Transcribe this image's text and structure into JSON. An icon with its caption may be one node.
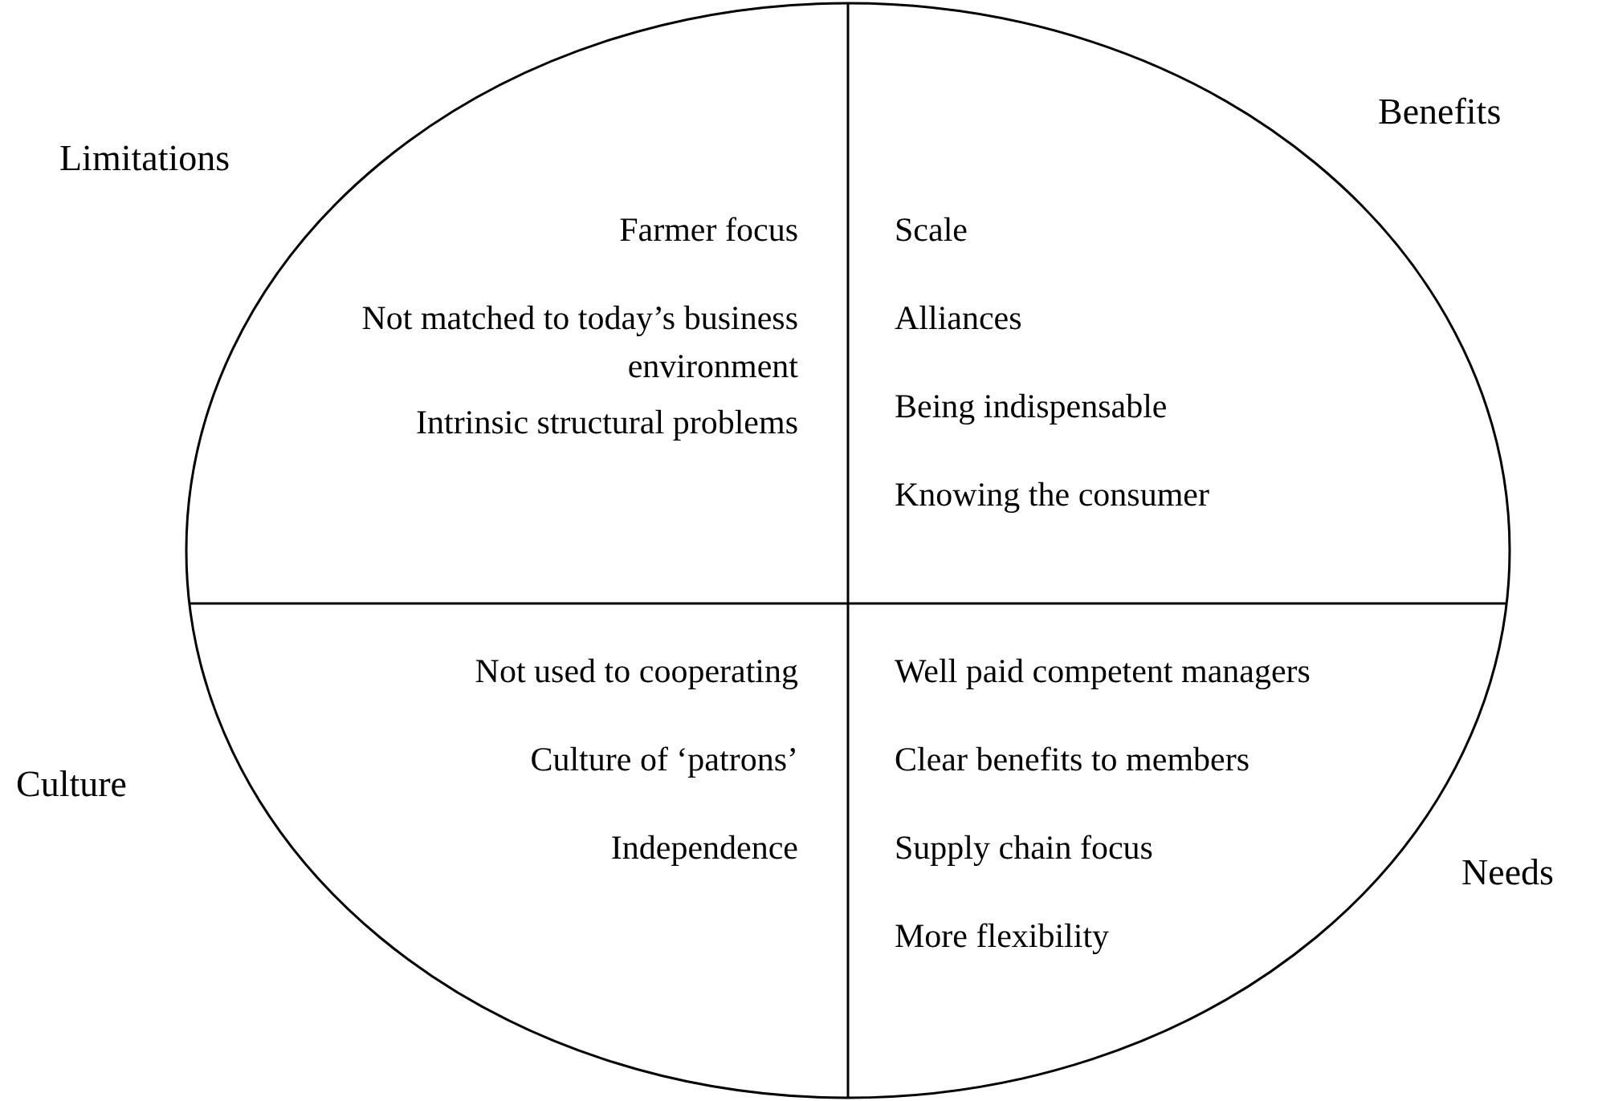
{
  "diagram": {
    "nodes": [
      {
        "text": [
          "Limitations",
          "Farmer focus",
          "Not matched to today’s business environment",
          "Intrinsic structural problems"
        ]
      },
      {
        "text": [
          "Benefits",
          "Scale",
          "Alliances",
          "Being indispensable",
          "Knowing the consumer"
        ]
      },
      {
        "text": [
          "Culture",
          "Not used to cooperating",
          "Culture of ‘patrons’",
          "Independence"
        ]
      },
      {
        "text": [
          "Needs",
          "Well paid competent managers",
          "Clear benefits to members",
          "Supply chain focus",
          "More flexibility"
        ]
      }
    ]
  }
}
